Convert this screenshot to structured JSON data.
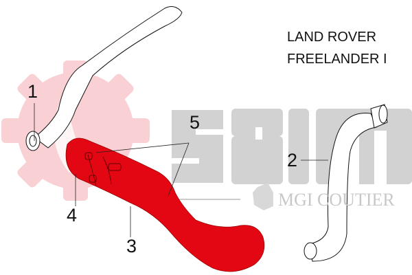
{
  "title": {
    "line1": "LAND ROVER",
    "line2": "FREELANDER I"
  },
  "callouts": [
    "1",
    "2",
    "3",
    "4",
    "5"
  ],
  "watermark": {
    "brand": "seim",
    "subtitle": "MGI COUTIER"
  },
  "colors": {
    "hose_highlight": "#e30613",
    "gear_watermark": "#f7c5c9",
    "text_watermark": "#d0d0d0"
  }
}
